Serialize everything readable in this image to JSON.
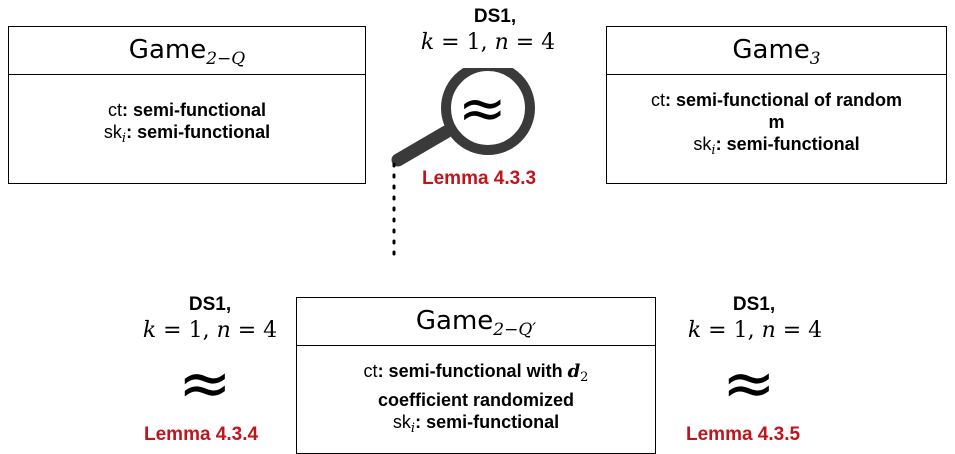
{
  "colors": {
    "lemma": "#c0151c",
    "border": "#000000",
    "magnifier": "#3a3a3a"
  },
  "top_left": {
    "title_main": "Game",
    "title_sub": "2−Q",
    "line1_prefix": "ct",
    "line1_text": ": semi-functional",
    "line2_prefix": "sk",
    "line2_index": "i",
    "line2_text": ": semi-functional"
  },
  "top_right": {
    "title_main": "Game",
    "title_sub": "3",
    "line1_prefix": "ct",
    "line1_text": ": semi-functional of random",
    "line2_text": "m",
    "line3_prefix": "sk",
    "line3_index": "i",
    "line3_text": ": semi-functional"
  },
  "bottom": {
    "title_main": "Game",
    "title_sub": "2−Q′",
    "line1_prefix": "ct",
    "line1_text": ": semi-functional with ",
    "line1_var": "d",
    "line1_var_sub": "2",
    "line2_text": "coefficient randomized",
    "line3_prefix": "sk",
    "line3_index": "i",
    "line3_text": ": semi-functional"
  },
  "top_center": {
    "ds": "DS1,",
    "k_var": "k",
    "k_val": "1",
    "n_var": "n",
    "n_val": "4",
    "approx": "≈",
    "lemma": "Lemma 4.3.3",
    "icon": "magnifier-icon"
  },
  "bottom_left": {
    "ds": "DS1,",
    "k_var": "k",
    "k_val": "1",
    "n_var": "n",
    "n_val": "4",
    "approx": "≈",
    "lemma": "Lemma 4.3.4"
  },
  "bottom_right": {
    "ds": "DS1,",
    "k_var": "k",
    "k_val": "1",
    "n_var": "n",
    "n_val": "4",
    "approx": "≈",
    "lemma": "Lemma 4.3.5"
  }
}
